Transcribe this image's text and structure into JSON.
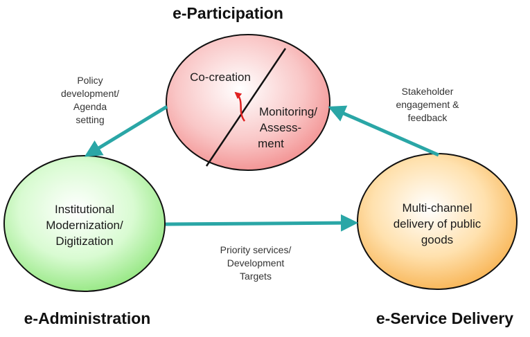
{
  "titles": {
    "participation": "e-Participation",
    "administration": "e-Administration",
    "service_delivery": "e-Service Delivery"
  },
  "participation_node": {
    "left_label": "Co-creation",
    "right_label": [
      "Monitoring/",
      "Assess-",
      "ment"
    ]
  },
  "administration_node": {
    "label": [
      "Institutional",
      "Modernization/",
      "Digitization"
    ]
  },
  "service_node": {
    "label": [
      "Multi-channel",
      "delivery of public",
      "goods"
    ]
  },
  "edges": {
    "participation_to_administration": [
      "Policy",
      "development/",
      "Agenda",
      "setting"
    ],
    "service_to_participation": [
      "Stakeholder",
      "engagement &",
      "feedback"
    ],
    "administration_to_service": [
      "Priority services/",
      "Development",
      "Targets"
    ]
  },
  "colors": {
    "arrow": "#2aa6a6",
    "participation_fill": "#f7b3b3",
    "administration_fill": "#c6f5bf",
    "service_fill": "#ffd18a",
    "curved_arrow": "#e02020"
  }
}
